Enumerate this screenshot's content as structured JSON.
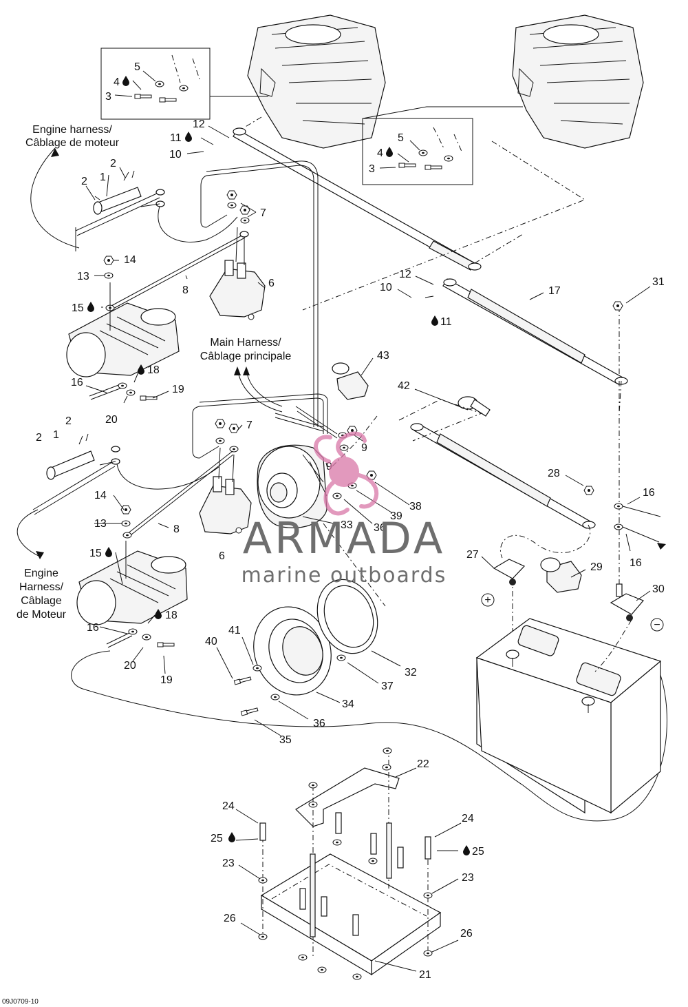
{
  "callouts": {
    "c1a": "1",
    "c1b": "1",
    "c2a": "2",
    "c2b": "2",
    "c2c": "2",
    "c2d": "2",
    "c3a": "3",
    "c3b": "3",
    "c4a": "4",
    "c4b": "4",
    "c5a": "5",
    "c5b": "5",
    "c6a": "6",
    "c6b": "6",
    "c7a": "7",
    "c7b": "7",
    "c8a": "8",
    "c8b": "8",
    "c9a": "9",
    "c9b": "9",
    "c10a": "10",
    "c10b": "10",
    "c11a": "11",
    "c11b": "11",
    "c12a": "12",
    "c12b": "12",
    "c13a": "13",
    "c13b": "13",
    "c14a": "14",
    "c14b": "14",
    "c15a": "15",
    "c15b": "15",
    "c16a": "16",
    "c16b": "16",
    "c16c": "16",
    "c16d": "16",
    "c17": "17",
    "c18a": "18",
    "c18b": "18",
    "c19a": "19",
    "c19b": "19",
    "c20a": "20",
    "c20b": "20",
    "c21": "21",
    "c22": "22",
    "c23a": "23",
    "c23b": "23",
    "c24a": "24",
    "c24b": "24",
    "c25a": "25",
    "c25b": "25",
    "c26a": "26",
    "c26b": "26",
    "c27": "27",
    "c28": "28",
    "c29": "29",
    "c30": "30",
    "c31": "31",
    "c32": "32",
    "c33": "33",
    "c34": "34",
    "c35": "35",
    "c36a": "36",
    "c36b": "36",
    "c37": "37",
    "c38": "38",
    "c39": "39",
    "c40": "40",
    "c41": "41",
    "c42": "42",
    "c43": "43"
  },
  "captions": {
    "engine_harness_top_1": "Engine harness/",
    "engine_harness_top_2": "Câblage de moteur",
    "main_harness_1": "Main Harness/",
    "main_harness_2": "Câblage principale",
    "engine_harness_bottom_1": "Engine",
    "engine_harness_bottom_2": "Harness/",
    "engine_harness_bottom_3": "Câblage",
    "engine_harness_bottom_4": "de Moteur"
  },
  "polarity": {
    "plus": "+",
    "minus": "−"
  },
  "watermark": {
    "brand": "ARMADA",
    "tagline": "marine outboards",
    "logo_color": "#d977a8"
  },
  "figure_code": "09J0709-10",
  "icons": [
    "droplet-icon",
    "engine-block-icon",
    "battery-icon",
    "starter-motor-icon",
    "solenoid-icon",
    "armada-logo"
  ]
}
